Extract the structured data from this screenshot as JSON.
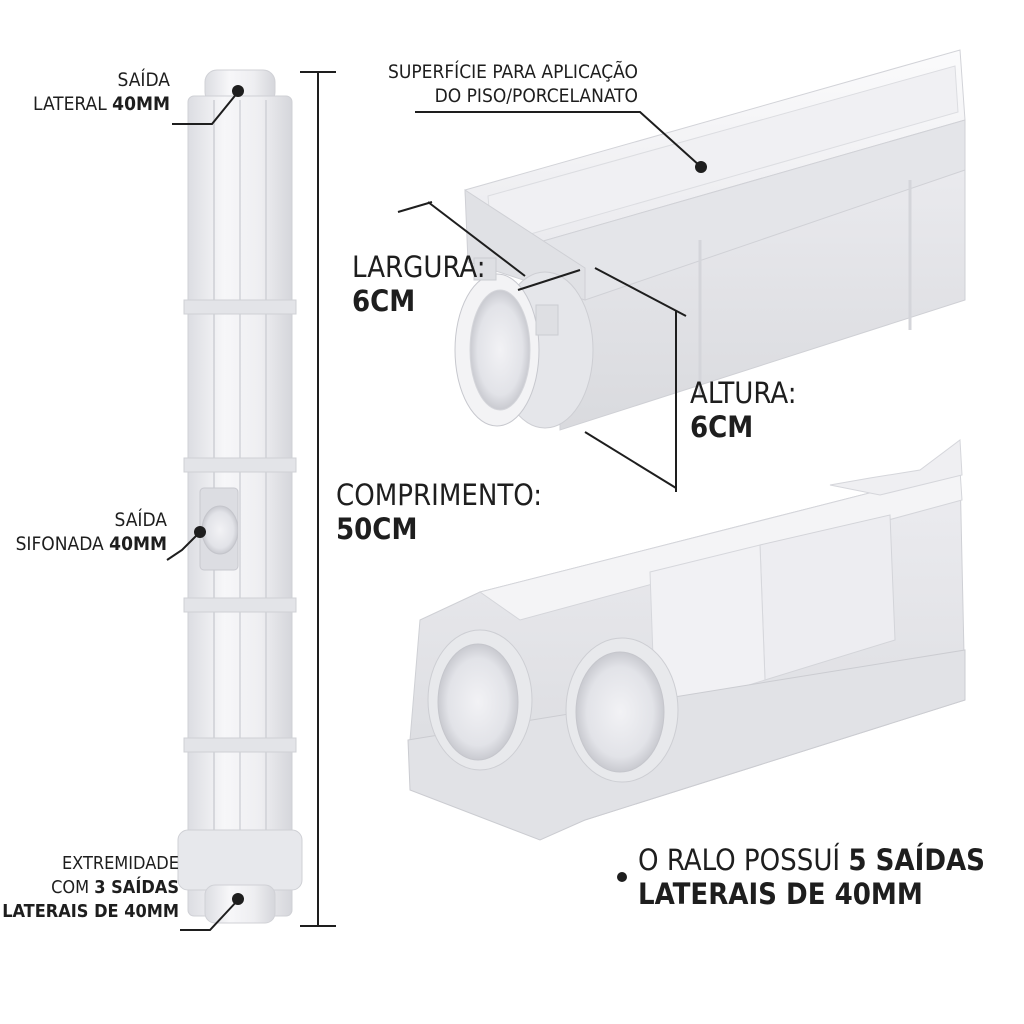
{
  "labels": {
    "saida_lateral": {
      "line1": "SAÍDA",
      "line2_pre": "LATERAL ",
      "line2_bold": "40MM"
    },
    "saida_sifonada": {
      "line1": "SAÍDA",
      "line2_pre": "SIFONADA ",
      "line2_bold": "40MM"
    },
    "extremidade": {
      "line1": "EXTREMIDADE",
      "line2_pre": "COM ",
      "line2_bold": "3 SAÍDAS",
      "line3": "LATERAIS DE 40MM"
    },
    "superficie": {
      "line1": "SUPERFÍCIE PARA APLICAÇÃO",
      "line2": "DO PISO/PORCELANATO"
    },
    "largura": {
      "label": "LARGURA:",
      "value": "6CM"
    },
    "altura": {
      "label": "ALTURA:",
      "value": "6CM"
    },
    "comprimento": {
      "label": "COMPRIMENTO:",
      "value": "50CM"
    },
    "ralo": {
      "line1_pre": "O RALO POSSUÍ ",
      "line1_bold": "5 SAÍDAS",
      "line2": "LATERAIS DE 40MM"
    }
  },
  "colors": {
    "line": "#1e1e1e",
    "plastic_light": "#f4f4f6",
    "plastic_mid": "#e6e6ea",
    "plastic_shadow": "#cfd0d5"
  }
}
